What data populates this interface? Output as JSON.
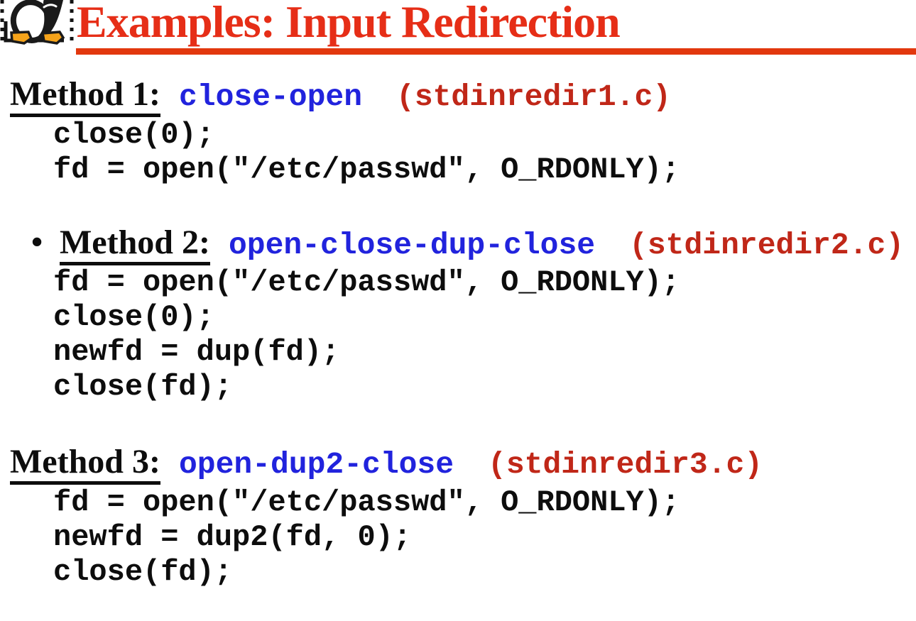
{
  "slide": {
    "title": "Examples: Input Redirection",
    "icon": "tux-penguin-icon"
  },
  "colors": {
    "title_red": "#e62e17",
    "rule_red": "#e2380e",
    "method_blue": "#2123dd",
    "file_red": "#c02718",
    "text_black": "#0d0d0d",
    "feet_orange": "#f5a31a"
  },
  "methods": [
    {
      "bullet": "",
      "label": "Method 1:",
      "name": "close-open",
      "file": "(stdinredir1.c)",
      "code": [
        "close(0);",
        "fd = open(\"/etc/passwd\", O_RDONLY);"
      ]
    },
    {
      "bullet": "•",
      "label": "Method 2:",
      "name": "open-close-dup-close",
      "file": "(stdinredir2.c)",
      "code": [
        "fd = open(\"/etc/passwd\", O_RDONLY);",
        "close(0);",
        "newfd = dup(fd);",
        "close(fd);"
      ]
    },
    {
      "bullet": "",
      "label": "Method 3:",
      "name": "open-dup2-close",
      "file": "(stdinredir3.c)",
      "code": [
        "fd = open(\"/etc/passwd\", O_RDONLY);",
        "newfd = dup2(fd, 0);",
        "close(fd);"
      ]
    }
  ]
}
